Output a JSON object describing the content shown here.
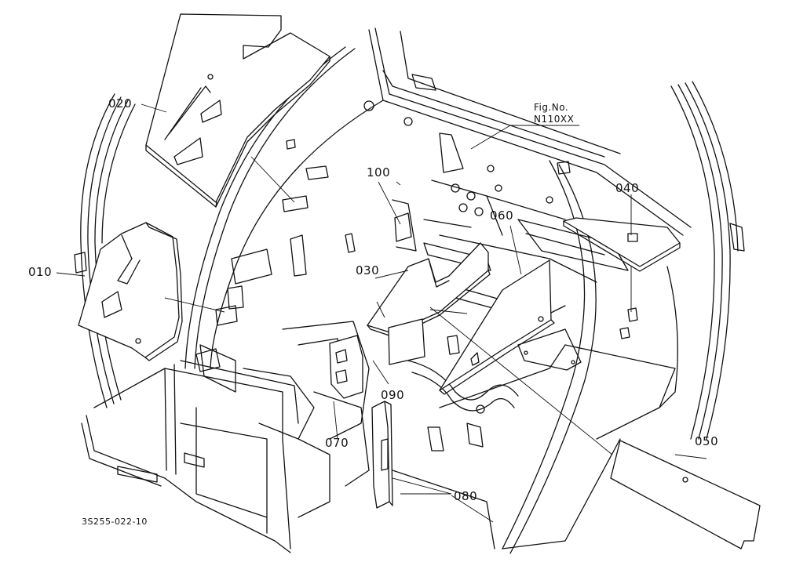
{
  "figure": {
    "fig_no_label": "Fig.No.",
    "fig_no_value": "N110XX",
    "drawing_code": "3S255-022-10"
  },
  "parts": [
    {
      "id": "p010",
      "label": "010"
    },
    {
      "id": "p020",
      "label": "020"
    },
    {
      "id": "p030",
      "label": "030"
    },
    {
      "id": "p040",
      "label": "040"
    },
    {
      "id": "p050",
      "label": "050"
    },
    {
      "id": "p060",
      "label": "060"
    },
    {
      "id": "p070",
      "label": "070"
    },
    {
      "id": "p080",
      "label": "080"
    },
    {
      "id": "p090",
      "label": "090"
    },
    {
      "id": "p100",
      "label": "100"
    }
  ],
  "colors": {
    "line": "#111111",
    "background": "#ffffff"
  }
}
